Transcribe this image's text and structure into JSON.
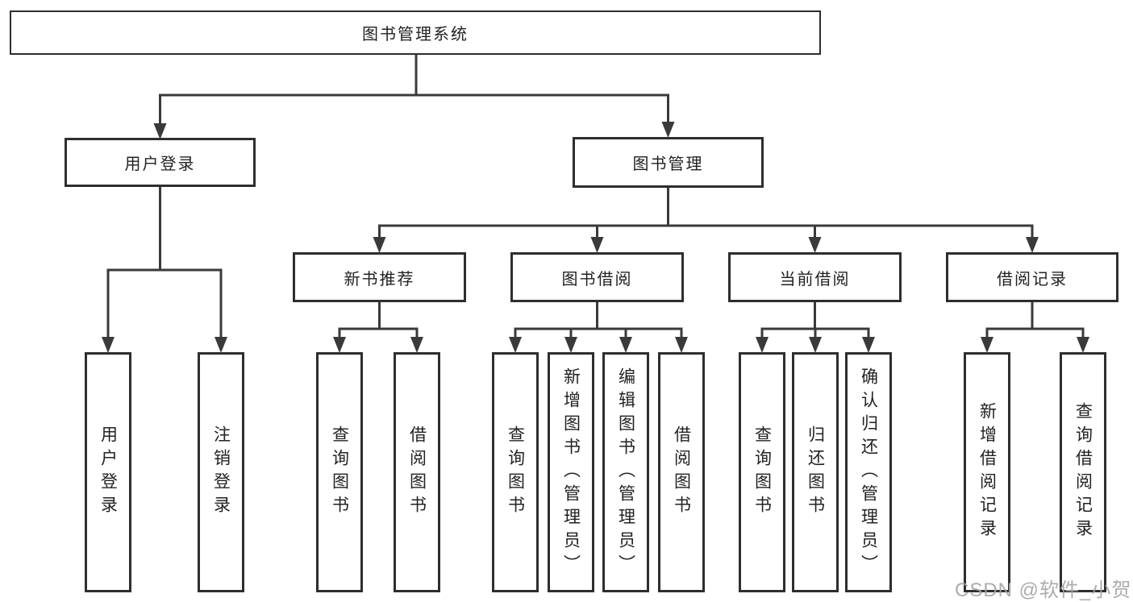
{
  "tree": {
    "label": "图书管理系统",
    "children": [
      {
        "label": "用户登录",
        "children": [
          {
            "label": "用户登录"
          },
          {
            "label": "注销登录"
          }
        ]
      },
      {
        "label": "图书管理",
        "children": [
          {
            "label": "新书推荐",
            "children": [
              {
                "label": "查询图书"
              },
              {
                "label": "借阅图书"
              }
            ]
          },
          {
            "label": "图书借阅",
            "children": [
              {
                "label": "查询图书"
              },
              {
                "label": "新增图书（管理员）"
              },
              {
                "label": "编辑图书（管理员）"
              },
              {
                "label": "借阅图书"
              }
            ]
          },
          {
            "label": "当前借阅",
            "children": [
              {
                "label": "查询图书"
              },
              {
                "label": "归还图书"
              },
              {
                "label": "确认归还（管理员）"
              }
            ]
          },
          {
            "label": "借阅记录",
            "children": [
              {
                "label": "新增借阅记录"
              },
              {
                "label": "查询借阅记录"
              }
            ]
          }
        ]
      }
    ]
  },
  "watermark": "CSDN @软件_小贺同学",
  "colors": {
    "line": "#3a3a3a",
    "box_border": "#2e2e2e",
    "text": "#222222",
    "watermark": "#a5a5a5",
    "background": "#ffffff"
  }
}
